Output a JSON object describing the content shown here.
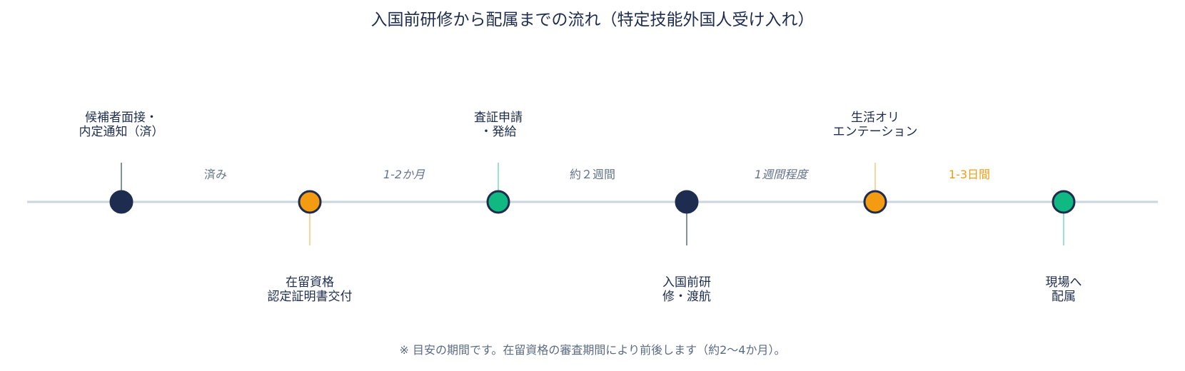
{
  "title": "入国前研修から配属までの流れ（特定技能外国人受け入れ）",
  "footnote": "※ 目安の期間です。在留資格の審査期間により前後します（約2〜4か月）。",
  "colors": {
    "navy": "#1e2d4f",
    "orange": "#f39c12",
    "green": "#10b981",
    "axis": "#cbd5e1",
    "muted": "#64748b"
  },
  "milestones": [
    {
      "lines": [
        "候補者面接・",
        "内定通知（済）"
      ],
      "color": "navy",
      "side": "top"
    },
    {
      "lines": [
        "在留資格",
        "認定証明書交付"
      ],
      "color": "orange",
      "side": "bottom"
    },
    {
      "lines": [
        "査証申請",
        "・発給"
      ],
      "color": "green",
      "side": "top"
    },
    {
      "lines": [
        "入国前研",
        "修・渡航"
      ],
      "color": "navy",
      "side": "bottom"
    },
    {
      "lines": [
        "生活オリ",
        "エンテーション"
      ],
      "color": "orange",
      "side": "top"
    },
    {
      "lines": [
        "現場へ",
        "配属"
      ],
      "color": "green",
      "side": "bottom"
    }
  ],
  "intervals": [
    {
      "label": "済み",
      "style": "normal",
      "color": "muted"
    },
    {
      "label": "1-2か月",
      "style": "italic",
      "color": "muted"
    },
    {
      "label": "約２週間",
      "style": "normal",
      "color": "muted"
    },
    {
      "label": "1週間程度",
      "style": "italic",
      "color": "muted"
    },
    {
      "label": "1-3日間",
      "style": "normal",
      "color": "orange"
    }
  ]
}
